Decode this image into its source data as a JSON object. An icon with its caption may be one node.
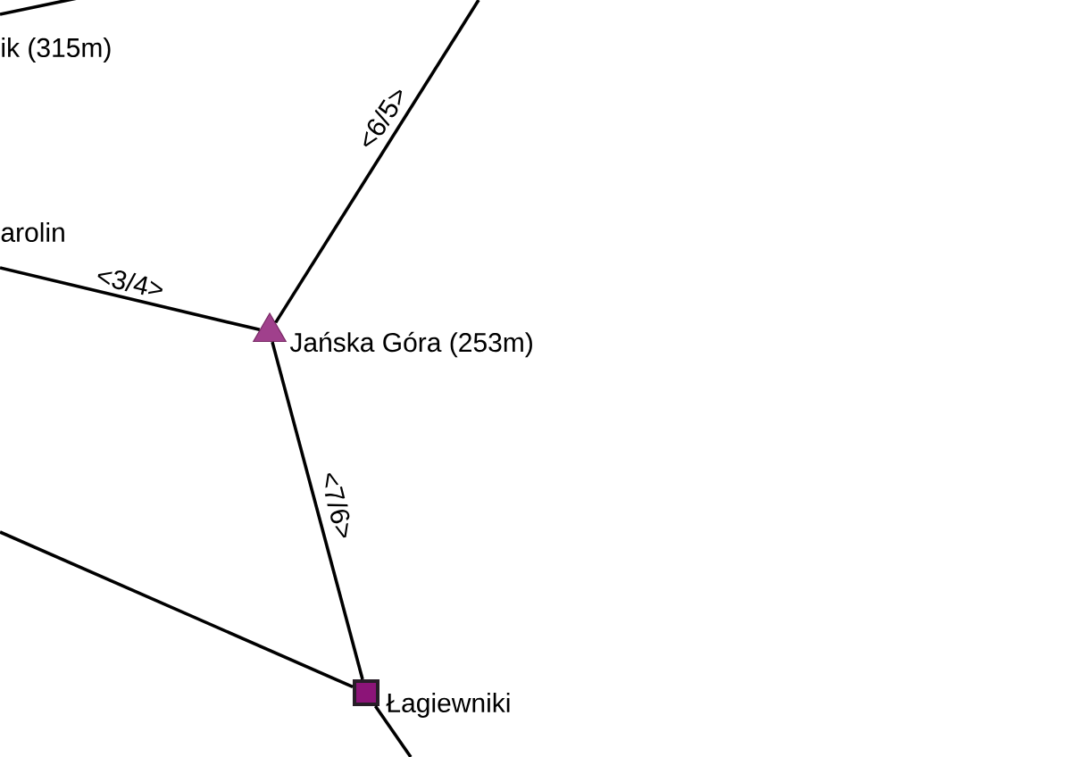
{
  "diagram": {
    "nodes": [
      {
        "text": [
          "Jańska Góra (253m)"
        ]
      },
      {
        "text": [
          "Łagiewniki"
        ]
      }
    ],
    "edges": [
      {
        "from": null,
        "to": 0,
        "arrow": "none",
        "label": "<3/4>"
      },
      {
        "from": 0,
        "to": null,
        "arrow": "none",
        "label": "<6/5>"
      },
      {
        "from": 0,
        "to": 1,
        "arrow": "none",
        "label": "<7/6>"
      },
      {
        "from": null,
        "to": 1,
        "arrow": "none"
      },
      {
        "from": 1,
        "to": null,
        "arrow": "none"
      }
    ],
    "labels": [
      "ik (315m)",
      "arolin"
    ]
  }
}
